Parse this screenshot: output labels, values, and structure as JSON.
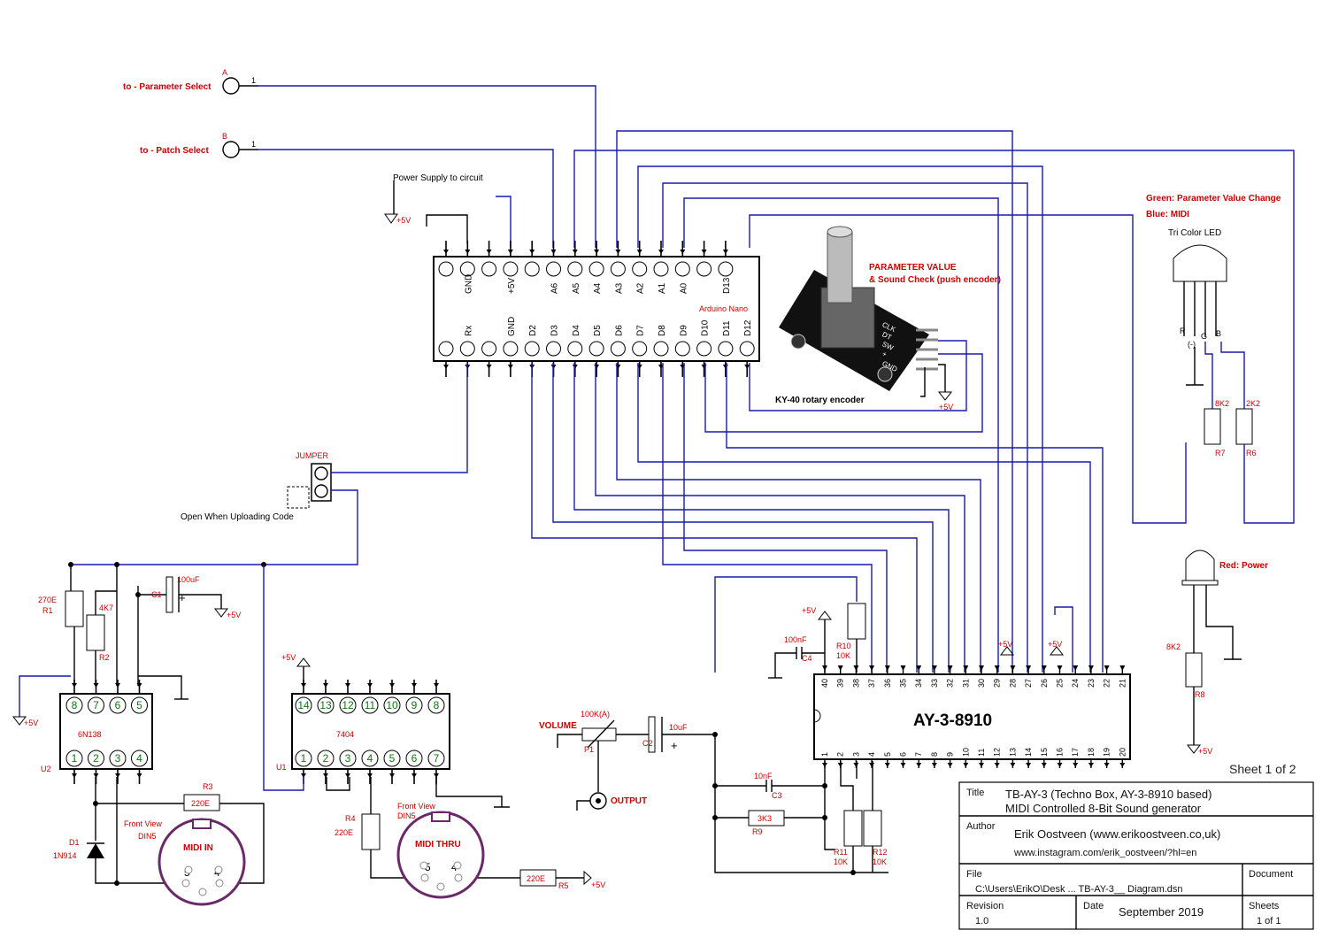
{
  "connectors": {
    "a_letter": "A",
    "a_label": "to - Parameter Select",
    "a_pin": "1",
    "b_letter": "B",
    "b_label": "to - Patch Select",
    "b_pin": "1"
  },
  "notes": {
    "power_supply": "Power Supply to circuit",
    "jumper": "JUMPER",
    "open_when": "Open When Uploading Code",
    "green_led": "Green: Parameter Value Change",
    "blue_led": "Blue: MIDI",
    "tri_led": "Tri Color LED",
    "red_power": "Red: Power",
    "param_value": "PARAMETER VALUE",
    "sound_check": "& Sound Check (push encoder)",
    "encoder": "KY-40 rotary encoder",
    "volume": "VOLUME",
    "output": "OUTPUT",
    "sheet": "Sheet 1 of 2",
    "midi_in": "MIDI IN",
    "midi_thru": "MIDI THRU",
    "front_view": "Front View",
    "din5": "DIN5"
  },
  "nano": {
    "label": "Arduino Nano",
    "top_pins": [
      "",
      "GND",
      "",
      "+5V",
      "",
      "A6",
      "A5",
      "A4",
      "A3",
      "A2",
      "A1",
      "A0",
      "",
      "D13"
    ],
    "bottom_pins": [
      "",
      "Rx",
      "",
      "GND",
      "D2",
      "D3",
      "D4",
      "D5",
      "D6",
      "D7",
      "D8",
      "D9",
      "D10",
      "D11",
      "D12"
    ]
  },
  "encoder_pins": [
    "CLK",
    "DT",
    "SW",
    "+",
    "GND"
  ],
  "led_pins": [
    "R",
    "(-)",
    "G",
    "B"
  ],
  "power": {
    "v5": "+5V"
  },
  "chips": {
    "ay": {
      "name": "AY-3-8910",
      "top": [
        "40",
        "39",
        "38",
        "37",
        "36",
        "35",
        "34",
        "33",
        "32",
        "31",
        "30",
        "29",
        "28",
        "27",
        "26",
        "25",
        "24",
        "23",
        "22",
        "21"
      ],
      "bottom": [
        "1",
        "2",
        "3",
        "4",
        "5",
        "6",
        "7",
        "8",
        "9",
        "10",
        "11",
        "12",
        "13",
        "14",
        "15",
        "16",
        "17",
        "18",
        "19",
        "20"
      ]
    },
    "u2": {
      "name": "6N138",
      "ref": "U2",
      "top": [
        "8",
        "7",
        "6",
        "5"
      ],
      "bottom": [
        "1",
        "2",
        "3",
        "4"
      ]
    },
    "u1": {
      "name": "7404",
      "ref": "U1",
      "top": [
        "14",
        "13",
        "12",
        "11",
        "10",
        "9",
        "8"
      ],
      "bottom": [
        "1",
        "2",
        "3",
        "4",
        "5",
        "6",
        "7"
      ]
    }
  },
  "components": {
    "r1_val": "270E",
    "r1": "R1",
    "r2_val": "4K7",
    "r2": "R2",
    "r3_val": "220E",
    "r3": "R3",
    "r4_val": "220E",
    "r4": "R4",
    "r5_val": "220E",
    "r5": "R5",
    "r6_val": "2K2",
    "r6": "R6",
    "r7_val": "8K2",
    "r7": "R7",
    "r8_val": "8K2",
    "r8": "R8",
    "r9_val": "3K3",
    "r9": "R9",
    "r10": "R10",
    "r10_val": "10K",
    "r11": "R11",
    "r11_val": "10K",
    "r12": "R12",
    "r12_val": "10K",
    "c1": "C1",
    "c1_val": "100uF",
    "c2": "C2",
    "c2_val": "10uF",
    "c3": "C3",
    "c3_val": "10nF",
    "c4": "C4",
    "c4_val": "100nF",
    "p1": "P1",
    "p1_val": "100K(A)",
    "d1": "D1",
    "d1_val": "1N914"
  },
  "title_block": {
    "title_label": "Title",
    "title1": "TB-AY-3 (Techno Box, AY-3-8910 based)",
    "title2": "MIDI Controlled 8-Bit Sound generator",
    "author_label": "Author",
    "author1": "Erik Oostveen (www.erikoostveen.co,uk)",
    "author2": "www.instagram.com/erik_oostveen/?hl=en",
    "file_label": "File",
    "file": "C:\\Users\\ErikO\\Desk ... TB-AY-3__ Diagram.dsn",
    "document_label": "Document",
    "revision_label": "Revision",
    "revision": "1.0",
    "date_label": "Date",
    "date": "September 2019",
    "sheets_label": "Sheets",
    "sheets": "1 of 1"
  }
}
